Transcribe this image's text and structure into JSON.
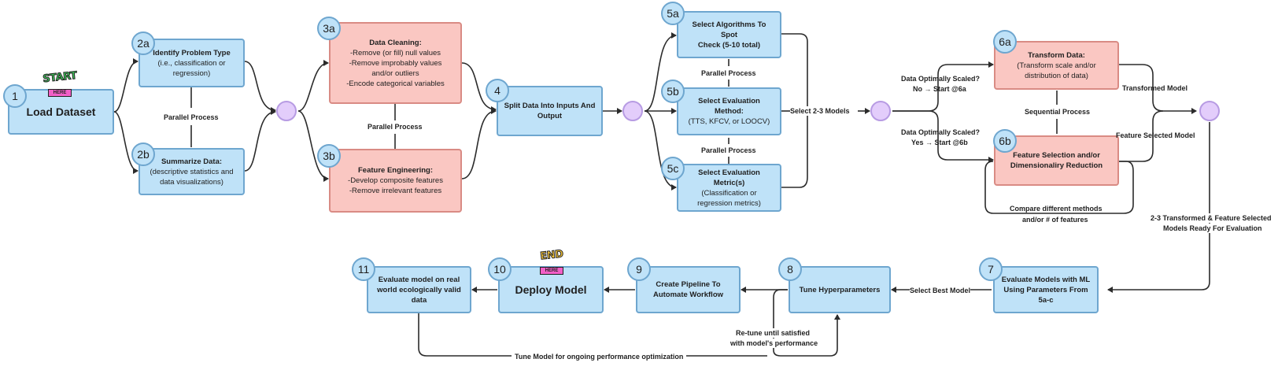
{
  "nodes": {
    "n1": {
      "badge": "1",
      "lines": [
        "Load Dataset"
      ]
    },
    "n2a": {
      "badge": "2a",
      "title": "Identify Problem Type",
      "lines": [
        "(i.e., classification or",
        "regression)"
      ]
    },
    "n2b": {
      "badge": "2b",
      "title": "Summarize Data:",
      "lines": [
        "(descriptive statistics and",
        "data visualizations)"
      ]
    },
    "n3a": {
      "badge": "3a",
      "title": "Data Cleaning:",
      "lines": [
        "-Remove (or fill) null values",
        "-Remove improbably values",
        "and/or outliers",
        "-Encode categorical variables"
      ]
    },
    "n3b": {
      "badge": "3b",
      "title": "Feature Engineering:",
      "lines": [
        "-Develop composite features",
        "-Remove irrelevant features"
      ]
    },
    "n4": {
      "badge": "4",
      "title": "Split Data Into Inputs And",
      "lines": [
        "Output"
      ]
    },
    "n5a": {
      "badge": "5a",
      "title": "Select Algorithms To Spot",
      "lines": [
        "Check (5-10 total)"
      ]
    },
    "n5b": {
      "badge": "5b",
      "title": "Select Evaluation Method:",
      "lines": [
        "(TTS, KFCV, or LOOCV)"
      ]
    },
    "n5c": {
      "badge": "5c",
      "title": "Select Evaluation Metric(s)",
      "lines": [
        "(Classification or",
        "regression metrics)"
      ]
    },
    "n6a": {
      "badge": "6a",
      "title": "Transform Data:",
      "lines": [
        "(Transform scale and/or",
        "distribution of data)"
      ]
    },
    "n6b": {
      "badge": "6b",
      "title": "Feature Selection and/or",
      "lines": [
        "Dimensionaliry Reduction"
      ]
    },
    "n7": {
      "badge": "7",
      "title": "Evaluate Models with ML",
      "lines": [
        "Using Parameters From",
        "5a-c"
      ]
    },
    "n8": {
      "badge": "8",
      "title": "Tune Hyperparameters",
      "lines": []
    },
    "n9": {
      "badge": "9",
      "title": "Create Pipeline To",
      "lines": [
        "Automate Workflow"
      ]
    },
    "n10": {
      "badge": "10",
      "lines": [
        "Deploy Model"
      ]
    },
    "n11": {
      "badge": "11",
      "title": "Evaluate model on real",
      "lines": [
        "world ecologically valid",
        "data"
      ]
    }
  },
  "labels": {
    "parallel_2": "Parallel Process",
    "parallel_3": "Parallel Process",
    "parallel_5ab": "Parallel Process",
    "parallel_5bc": "Parallel Process",
    "sequential_6": "Sequential Process",
    "select_models": "Select 2-3 Models",
    "scaled_no_q": "Data Optimally Scaled?",
    "scaled_no_a": "No → Start @6a",
    "scaled_yes_q": "Data Optimally Scaled?",
    "scaled_yes_a": "Yes → Start @6b",
    "transformed_model": "Transformed Model",
    "feature_selected_model": "Feature Selected Model",
    "compare_1": "Compare different methods",
    "compare_2": "and/or # of features",
    "ready_1": "2-3 Transformed & Feature Selected",
    "ready_2": "Models Ready For Evaluation",
    "select_best": "Select Best  Model",
    "retune_1": "Re-tune until satisfied",
    "retune_2": "with model's performance",
    "tune_ongoing": "Tune Model for ongoing performance optimization"
  },
  "stickers": {
    "start_word": "START",
    "start_ribbon": "HERE",
    "end_word": "END",
    "end_ribbon": "HERE"
  },
  "colors": {
    "blue_fill": "#bfe2f8",
    "blue_border": "#6ea6cf",
    "pink_fill": "#fac7c2",
    "pink_border": "#d98b84",
    "hub_fill": "#e3cdfb",
    "line": "#2b2b2b"
  }
}
